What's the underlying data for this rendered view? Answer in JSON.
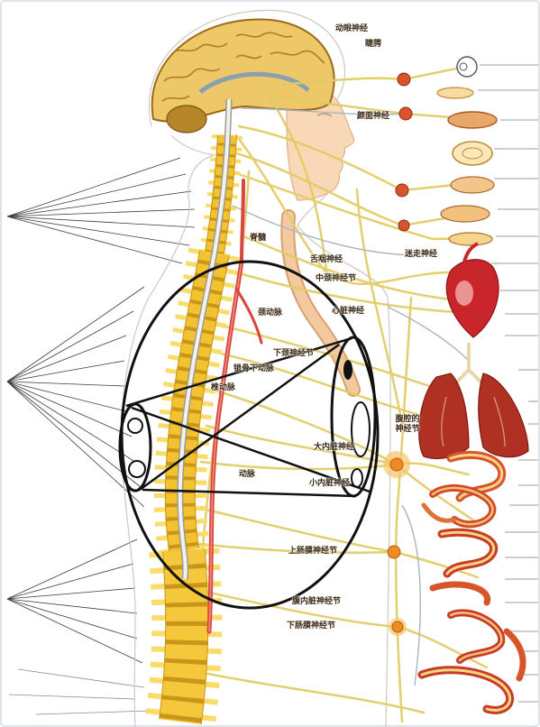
{
  "labels": {
    "oculomotor_nerve": "动眼神经",
    "ciliary": "睫腭",
    "facial_nerve": "颜面神经",
    "spinal_cord": "脊髓",
    "glossopharyngeal_nerve": "舌咽神经",
    "vagus_nerve": "迷走神经",
    "middle_cervical_ganglion": "中颈神经节",
    "carotid_artery": "颈动脉",
    "cardiac_nerve": "心脏神经",
    "inferior_cervical_ganglion": "下颈神经节",
    "subclavian_artery": "锁骨下动脉",
    "vertebral_artery": "椎动脉",
    "celiac_ganglion": "腹腔的神经节",
    "greater_splanchnic_nerve": "大内脏神经",
    "lesser_splanchnic_nerve": "小内脏神经",
    "artery": "动脉",
    "superior_mesenteric_ganglion": "上肠膜神经节",
    "abdominal_visceral_ganglion": "腹内脏神经节",
    "inferior_mesenteric_ganglion": "下肠膜神经节"
  },
  "colors": {
    "nerve": "#e2cb62",
    "artery": "#d8473d",
    "vertebra": "#f2c230",
    "ganglion": "#d9532c",
    "organ_red": "#b8302a",
    "outline": "#111111"
  }
}
